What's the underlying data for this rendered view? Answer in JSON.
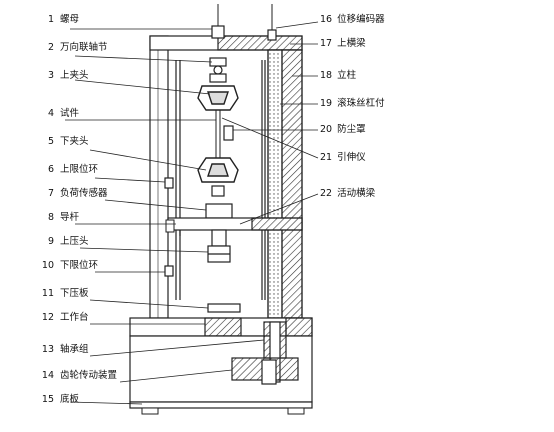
{
  "labels_left": [
    {
      "num": "1",
      "text": "螺母"
    },
    {
      "num": "2",
      "text": "万向联轴节"
    },
    {
      "num": "3",
      "text": "上夹头"
    },
    {
      "num": "4",
      "text": "试件"
    },
    {
      "num": "5",
      "text": "下夹头"
    },
    {
      "num": "6",
      "text": "上限位环"
    },
    {
      "num": "7",
      "text": "负荷传感器"
    },
    {
      "num": "8",
      "text": "导杆"
    },
    {
      "num": "9",
      "text": "上压头"
    },
    {
      "num": "10",
      "text": "下限位环"
    },
    {
      "num": "11",
      "text": "下压板"
    },
    {
      "num": "12",
      "text": "工作台"
    },
    {
      "num": "13",
      "text": "轴承组"
    },
    {
      "num": "14",
      "text": "齿轮传动装置"
    },
    {
      "num": "15",
      "text": "底板"
    }
  ],
  "labels_right": [
    {
      "num": "16",
      "text": "位移编码器"
    },
    {
      "num": "17",
      "text": "上横梁"
    },
    {
      "num": "18",
      "text": "立柱"
    },
    {
      "num": "19",
      "text": "滚珠丝杠付"
    },
    {
      "num": "20",
      "text": "防尘罩"
    },
    {
      "num": "21",
      "text": "引伸仪"
    },
    {
      "num": "22",
      "text": "活动横梁"
    }
  ]
}
